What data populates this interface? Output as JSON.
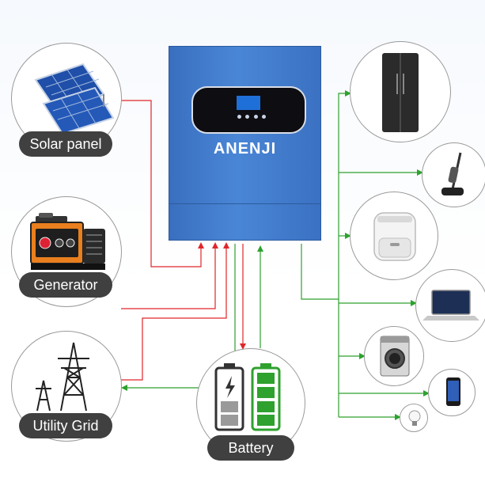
{
  "sources": [
    {
      "label": "Solar panel",
      "icon": "solar-panel-icon"
    },
    {
      "label": "Generator",
      "icon": "generator-icon"
    },
    {
      "label": "Utility Grid",
      "icon": "power-tower-icon"
    }
  ],
  "inverter": {
    "brand": "ANENJI",
    "icon": "inverter-icon"
  },
  "battery": {
    "label": "Battery",
    "icon": "battery-icon"
  },
  "loads": [
    {
      "icon": "refrigerator-icon"
    },
    {
      "icon": "vacuum-cleaner-icon"
    },
    {
      "icon": "air-fryer-icon"
    },
    {
      "icon": "laptop-icon"
    },
    {
      "icon": "washing-machine-icon"
    },
    {
      "icon": "smartphone-icon"
    },
    {
      "icon": "light-bulb-icon"
    }
  ],
  "colors": {
    "input_line": "#e0262a",
    "output_line": "#2ea12e",
    "label_bg": "#404040",
    "inverter_blue": "#4a86d6"
  }
}
